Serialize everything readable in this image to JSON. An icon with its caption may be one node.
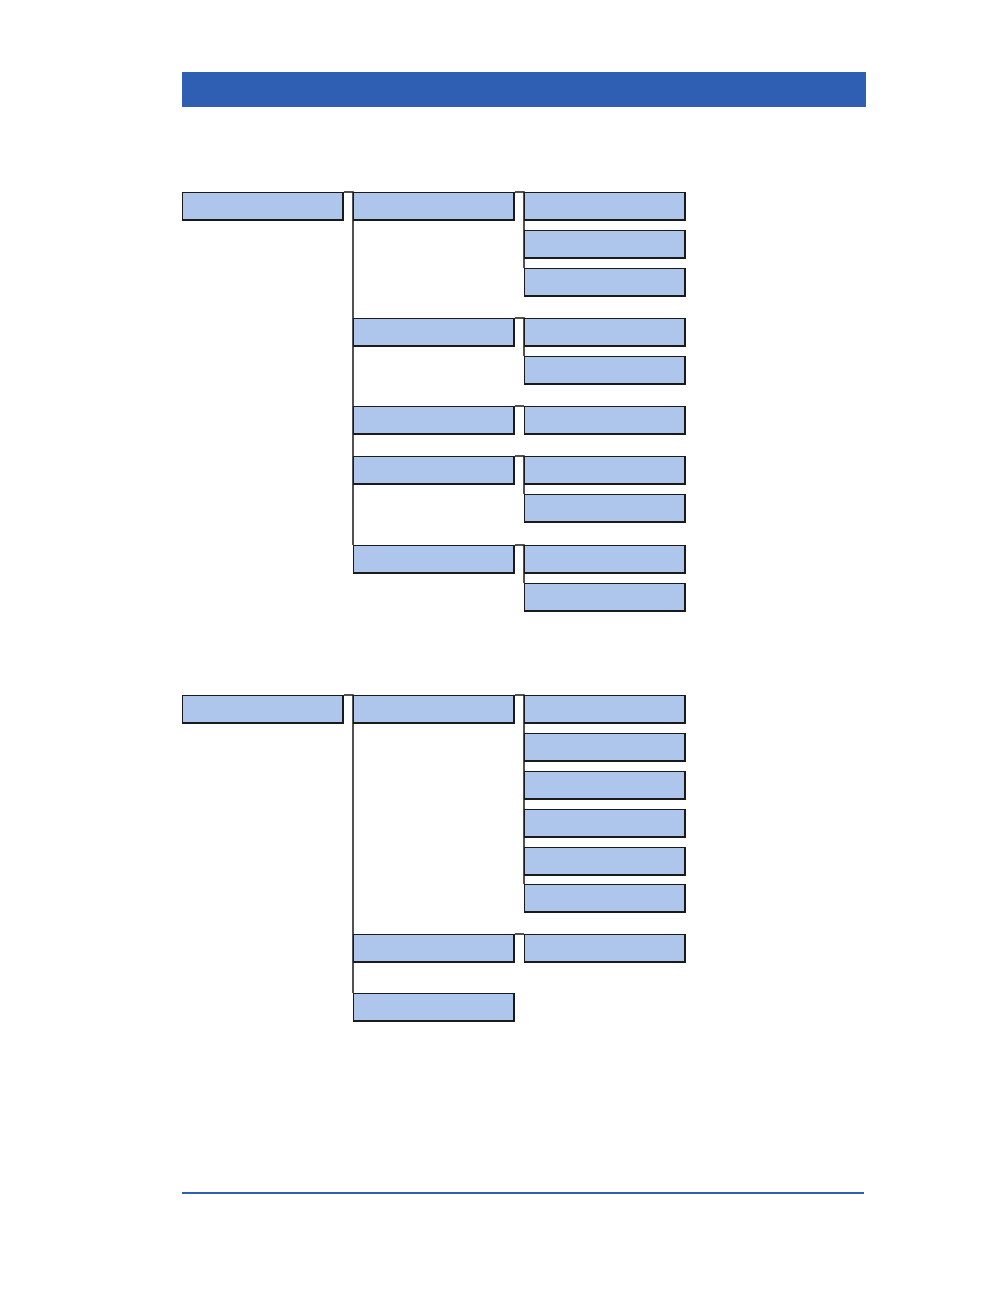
{
  "diagram": {
    "nodes": [
      {
        "text": [],
        "shape": "box"
      },
      {
        "text": [],
        "shape": "box"
      },
      {
        "text": [],
        "shape": "box"
      },
      {
        "text": [],
        "shape": "box"
      },
      {
        "text": [],
        "shape": "box"
      },
      {
        "text": [],
        "shape": "box"
      },
      {
        "text": [],
        "shape": "box"
      },
      {
        "text": [],
        "shape": "box"
      },
      {
        "text": [],
        "shape": "box"
      },
      {
        "text": [],
        "shape": "box"
      },
      {
        "text": [],
        "shape": "box"
      },
      {
        "text": [],
        "shape": "box"
      },
      {
        "text": [],
        "shape": "box"
      },
      {
        "text": [],
        "shape": "box"
      },
      {
        "text": [],
        "shape": "box"
      },
      {
        "text": [],
        "shape": "box"
      },
      {
        "text": [],
        "shape": "box"
      },
      {
        "text": [],
        "shape": "box"
      },
      {
        "text": [],
        "shape": "box"
      },
      {
        "text": [],
        "shape": "box"
      },
      {
        "text": [],
        "shape": "box"
      },
      {
        "text": [],
        "shape": "box"
      },
      {
        "text": [],
        "shape": "box"
      },
      {
        "text": [],
        "shape": "box"
      },
      {
        "text": [],
        "shape": "box"
      },
      {
        "text": [],
        "shape": "box"
      },
      {
        "text": [],
        "shape": "box"
      }
    ],
    "edges": [
      {
        "from": 0,
        "to": 1,
        "arrow": "none"
      },
      {
        "from": 0,
        "to": 5,
        "arrow": "none"
      },
      {
        "from": 0,
        "to": 8,
        "arrow": "none"
      },
      {
        "from": 0,
        "to": 10,
        "arrow": "none"
      },
      {
        "from": 0,
        "to": 13,
        "arrow": "none"
      },
      {
        "from": 1,
        "to": 2,
        "arrow": "none"
      },
      {
        "from": 1,
        "to": 3,
        "arrow": "none"
      },
      {
        "from": 1,
        "to": 4,
        "arrow": "none"
      },
      {
        "from": 5,
        "to": 6,
        "arrow": "none"
      },
      {
        "from": 5,
        "to": 7,
        "arrow": "none"
      },
      {
        "from": 8,
        "to": 9,
        "arrow": "none"
      },
      {
        "from": 10,
        "to": 11,
        "arrow": "none"
      },
      {
        "from": 10,
        "to": 12,
        "arrow": "none"
      },
      {
        "from": 13,
        "to": 14,
        "arrow": "none"
      },
      {
        "from": 13,
        "to": 15,
        "arrow": "none"
      },
      {
        "from": 16,
        "to": 17,
        "arrow": "none"
      },
      {
        "from": 16,
        "to": 24,
        "arrow": "none"
      },
      {
        "from": 16,
        "to": 26,
        "arrow": "none"
      },
      {
        "from": 17,
        "to": 18,
        "arrow": "none"
      },
      {
        "from": 17,
        "to": 19,
        "arrow": "none"
      },
      {
        "from": 17,
        "to": 20,
        "arrow": "none"
      },
      {
        "from": 17,
        "to": 21,
        "arrow": "none"
      },
      {
        "from": 17,
        "to": 22,
        "arrow": "none"
      },
      {
        "from": 17,
        "to": 23,
        "arrow": "none"
      },
      {
        "from": 24,
        "to": 25,
        "arrow": "none"
      }
    ]
  }
}
